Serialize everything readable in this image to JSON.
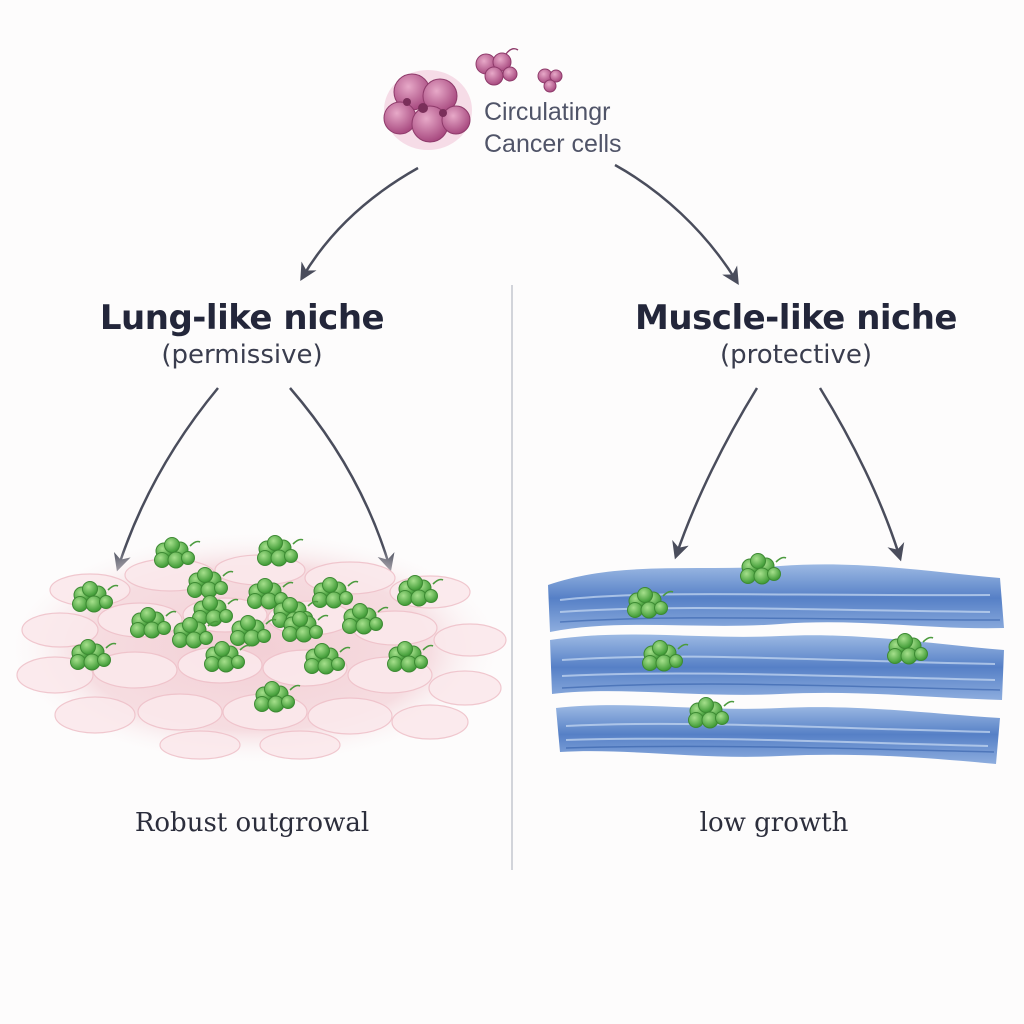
{
  "source": {
    "line1": "Circulatingr",
    "line2": "Cancer cells"
  },
  "left": {
    "title": "Lung-like niche",
    "subtitle": "(permissive)",
    "outcome": "Robust outgrowal"
  },
  "right": {
    "title": "Muscle-like niche",
    "subtitle": "(protective)",
    "outcome": "low growth"
  },
  "colors": {
    "cancer_cell": "#b0558a",
    "colony": "#5ab84a",
    "lung_tissue": "#f4d7dc",
    "muscle_tissue": "#4f7fc7",
    "arrow": "#4a4d5c"
  },
  "icons": {
    "source": "circulating-cancer-cells-icon",
    "colony": "green-cell-cluster-icon"
  }
}
